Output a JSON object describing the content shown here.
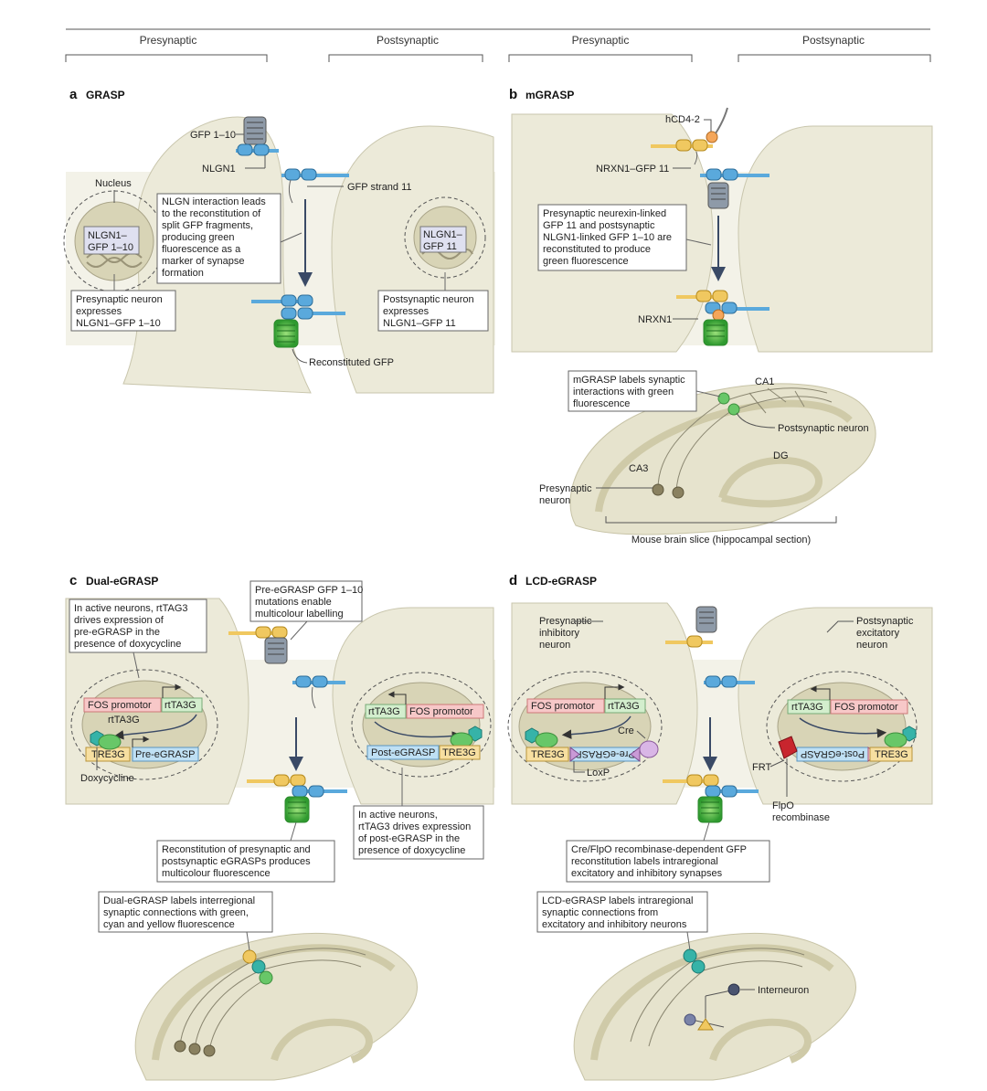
{
  "headers": [
    "Presynaptic",
    "Postsynaptic",
    "Presynaptic",
    "Postsynaptic"
  ],
  "panels": {
    "a": {
      "letter": "a",
      "title": "GRASP",
      "nucleus": "Nucleus",
      "gfp110": "GFP 1–10",
      "nlgn1": "NLGN1",
      "gfp_strand": "GFP strand 11",
      "nuc_left": [
        "NLGN1–",
        "GFP 1–10"
      ],
      "nuc_right": [
        "NLGN1–",
        "GFP 11"
      ],
      "callout_center": [
        "NLGN interaction leads",
        "to the reconstitution of",
        "split GFP fragments,",
        "producing green",
        "fluorescence as a",
        "marker of synapse",
        "formation"
      ],
      "callout_pre": [
        "Presynaptic neuron",
        "expresses",
        "NLGN1–GFP 1–10"
      ],
      "callout_post": [
        "Postsynaptic neuron",
        "expresses",
        "NLGN1–GFP 11"
      ],
      "reconstituted": "Reconstituted GFP"
    },
    "b": {
      "letter": "b",
      "title": "mGRASP",
      "hcd4": "hCD4-2",
      "nrxn_gfp": "NRXN1–GFP 11",
      "nrxn1": "NRXN1",
      "callout": [
        "Presynaptic neurexin-linked",
        "GFP 11 and postsynaptic",
        "NLGN1-linked GFP 1–10 are",
        "reconstituted to produce",
        "green fluorescence"
      ],
      "callout_brain": [
        "mGRASP labels synaptic",
        "interactions with green",
        "fluorescence"
      ],
      "ca1": "CA1",
      "ca3": "CA3",
      "dg": "DG",
      "post_neuron": "Postsynaptic neuron",
      "pre_neuron": [
        "Presynaptic",
        "neuron"
      ],
      "slice": "Mouse brain slice (hippocampal section)"
    },
    "c": {
      "letter": "c",
      "title": "Dual-eGRASP",
      "callout_left": [
        "In active neurons, rtTAG3",
        "drives expression of",
        "pre-eGRASP in the",
        "presence of doxycycline"
      ],
      "callout_top": [
        "Pre-eGRASP GFP 1–10",
        "mutations enable",
        "multicolour labelling"
      ],
      "fos": "FOS promotor",
      "rtta": "rtTA3G",
      "tre": "TRE3G",
      "pre_egrasp": "Pre-eGRASP",
      "post_egrasp": "Post-eGRASP",
      "doxy": "Doxycycline",
      "callout_right": [
        "In active neurons,",
        "rtTAG3 drives expression",
        "of post-eGRASP in the",
        "presence of doxycycline"
      ],
      "callout_bottom": [
        "Reconstitution of presynaptic and",
        "postsynaptic eGRASPs produces",
        "multicolour fluorescence"
      ],
      "callout_brain": [
        "Dual-eGRASP labels interregional",
        "synaptic connections with green,",
        "cyan and yellow fluorescence"
      ]
    },
    "d": {
      "letter": "d",
      "title": "LCD-eGRASP",
      "pre_inhib": [
        "Presynaptic",
        "inhibitory",
        "neuron"
      ],
      "post_excit": [
        "Postsynaptic",
        "excitatory",
        "neuron"
      ],
      "fos": "FOS promotor",
      "rtta": "rtTA3G",
      "tre": "TRE3G",
      "pre_egrasp_flip": "Pre-eGRASP",
      "post_egrasp_flip": "Post-eGRASP",
      "cre": "Cre",
      "loxp": "LoxP",
      "frt": "FRT",
      "flpo": [
        "FlpO",
        "recombinase"
      ],
      "callout_bottom": [
        "Cre/FlpO recombinase-dependent GFP",
        "reconstitution labels intraregional",
        "excitatory and inhibitory synapses"
      ],
      "callout_brain": [
        "LCD-eGRASP labels intraregional",
        "synaptic connections from",
        "excitatory and inhibitory neurons"
      ],
      "interneuron": "Interneuron"
    }
  },
  "colors": {
    "cell": "#ecead9",
    "cell_stroke": "#c9c6ad",
    "nucleus": "#d8d4b6",
    "blue_protein": "#5aa9dc",
    "yellow_protein": "#f0c860",
    "green_gfp": "#3cae3c",
    "teal": "#36b3a8",
    "callout_stroke": "#666666",
    "arrow": "#3a4a66"
  }
}
